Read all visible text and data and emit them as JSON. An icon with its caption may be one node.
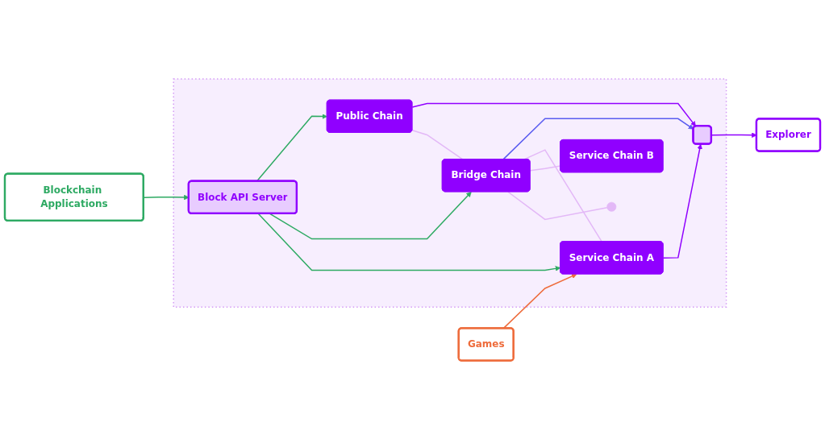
{
  "diagram": {
    "nodes": [
      {
        "text": [
          "Explorer"
        ]
      },
      {
        "text": [],
        "shape": "box"
      },
      {
        "text": [],
        "shape": "box",
        "in": 1
      },
      {
        "text": [
          "Public Chain"
        ],
        "in": 1
      },
      {
        "text": [
          "Blockchain Applications"
        ]
      },
      {
        "text": [
          "Bridge Chain"
        ],
        "in": 1
      },
      {
        "text": [
          "Games"
        ]
      },
      {
        "text": [
          "Block API Server"
        ],
        "in": 1
      },
      {
        "text": [
          "Service Chain A"
        ],
        "in": 1
      },
      {
        "text": [
          "Service Chain B"
        ],
        "in": 1
      },
      {
        "text": [],
        "shape": "dots",
        "in": 1
      }
    ],
    "edges": [
      {
        "from": 2,
        "to": 0,
        "arrow": "to",
        "color": "#9000ff"
      },
      {
        "from": 3,
        "to": 2,
        "arrow": "to",
        "color": "#9000ff"
      },
      {
        "from": 5,
        "to": 2,
        "arrow": "to",
        "color": "#5a5cf0"
      },
      {
        "from": 8,
        "to": 2,
        "arrow": "to",
        "color": "#9000ff"
      },
      {
        "from": 4,
        "to": 7,
        "arrow": "to",
        "color": "#2eaa63"
      },
      {
        "from": 7,
        "to": 3,
        "arrow": "to",
        "color": "#2eaa63"
      },
      {
        "from": 7,
        "to": 5,
        "arrow": "to",
        "color": "#2eaa63"
      },
      {
        "from": 7,
        "to": 8,
        "arrow": "to",
        "color": "#2eaa63"
      },
      {
        "from": 6,
        "to": 8,
        "arrow": "to",
        "color": "#ee6c3c"
      },
      {
        "from": 3,
        "to": 5,
        "arrow": "none",
        "color": "#e3b8f7"
      },
      {
        "from": 5,
        "to": 8,
        "arrow": "none",
        "color": "#e3b8f7"
      },
      {
        "from": 5,
        "to": 9,
        "arrow": "none",
        "color": "#e3b8f7"
      },
      {
        "from": 5,
        "to": 10,
        "arrow": "none",
        "color": "#e3b8f7"
      }
    ]
  }
}
